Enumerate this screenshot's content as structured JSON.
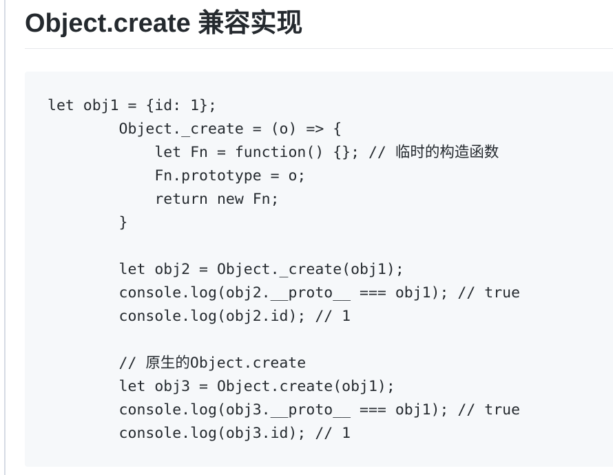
{
  "heading": {
    "title": "Object.create 兼容实现"
  },
  "code": {
    "lines": [
      "let obj1 = {id: 1};",
      "        Object._create = (o) => {",
      "            let Fn = function() {}; // 临时的构造函数",
      "            Fn.prototype = o;",
      "            return new Fn;",
      "        }",
      "",
      "        let obj2 = Object._create(obj1);",
      "        console.log(obj2.__proto__ === obj1); // true",
      "        console.log(obj2.id); // 1",
      "",
      "        // 原生的Object.create",
      "        let obj3 = Object.create(obj1);",
      "        console.log(obj3.__proto__ === obj1); // true",
      "        console.log(obj3.id); // 1"
    ]
  },
  "colors": {
    "text": "#24292e",
    "code_background": "#f6f8fa",
    "divider": "#e6e8eb",
    "left_border": "#d5dbe4"
  }
}
